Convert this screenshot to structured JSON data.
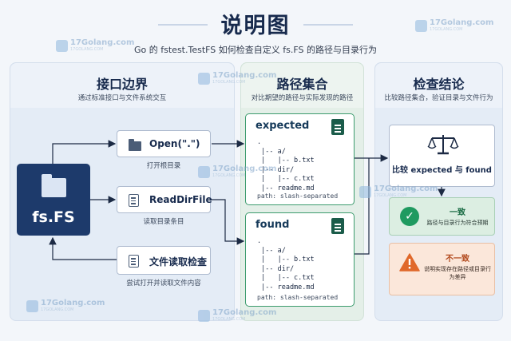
{
  "header": {
    "title": "说明图",
    "subtitle": "Go 的 fstest.TestFS 如何检查自定义 fs.FS 的路径与目录行为"
  },
  "watermark": {
    "text": "17Golang.com",
    "subtext": "17GOLANG.COM"
  },
  "panels": {
    "interface": {
      "title": "接口边界",
      "desc": "通过标准接口与文件系统交互"
    },
    "paths": {
      "title": "路径集合",
      "desc": "对比期望的路径与实际发现的路径"
    },
    "result": {
      "title": "检查结论",
      "desc": "比较路径集合，验证目录与文件行为"
    }
  },
  "interface": {
    "fs_label": "fs.FS",
    "ops": [
      {
        "label": "Open(\".\")",
        "caption": "打开根目录",
        "icon": "folder-icon"
      },
      {
        "label": "ReadDirFile",
        "caption": "读取目录条目",
        "icon": "document-icon"
      },
      {
        "label": "文件读取检查",
        "caption": "尝试打开并读取文件内容",
        "icon": "document-icon"
      }
    ]
  },
  "paths": {
    "expected": {
      "title": "expected",
      "tree": ".\n |-- a/\n |   |-- b.txt\n |-- dir/\n |   |-- c.txt\n |-- readme.md",
      "footer": "path: slash-separated"
    },
    "found": {
      "title": "found",
      "tree": ".\n |-- a/\n |   |-- b.txt\n |-- dir/\n |   |-- c.txt\n |-- readme.md",
      "footer": "path: slash-separated"
    }
  },
  "result": {
    "compare_label": "比较 expected 与 found",
    "ok": {
      "title": "一致",
      "desc": "路径与目录行为符合预期"
    },
    "bad": {
      "title": "不一致",
      "desc": "说明实现存在路径或目录行为差异"
    }
  },
  "colors": {
    "navy": "#1d3a6b",
    "green": "#1f9a60",
    "orange": "#e0682a",
    "arrow": "#1c2a44"
  }
}
